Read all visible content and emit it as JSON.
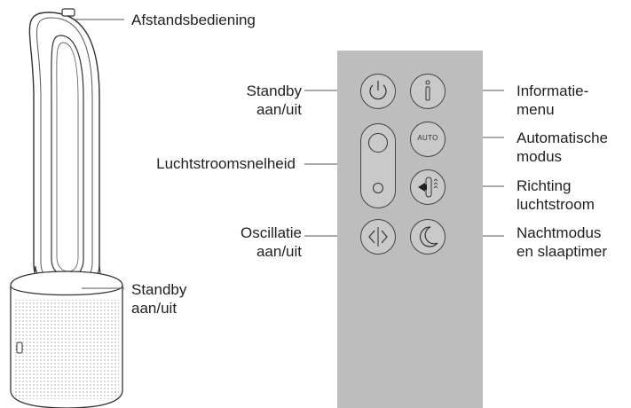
{
  "labels": {
    "remote_callout": "Afstandsbediening",
    "base_standby": [
      "Standby",
      "aan/uit"
    ],
    "standby": [
      "Standby",
      "aan/uit"
    ],
    "airflow_speed": "Luchtstroomsnelheid",
    "oscillation": [
      "Oscillatie",
      "aan/uit"
    ],
    "info": [
      "Informatie-",
      "menu"
    ],
    "auto": [
      "Automatische",
      "modus"
    ],
    "direction": [
      "Richting",
      "luchtstroom"
    ],
    "night": [
      "Nachtmodus",
      "en slaaptimer"
    ]
  },
  "buttons": {
    "auto_text": "AUTO"
  },
  "icons": {
    "power": "power-icon",
    "info": "info-icon",
    "speed_up": "speed-up-icon",
    "speed_down": "speed-down-icon",
    "auto": "auto-icon",
    "direction": "airflow-direction-icon",
    "oscillation": "oscillation-icon",
    "night": "moon-icon"
  },
  "colors": {
    "remote_body": "#bdbdbd",
    "button_fill": "#c9c9c9",
    "outline": "#444444"
  }
}
